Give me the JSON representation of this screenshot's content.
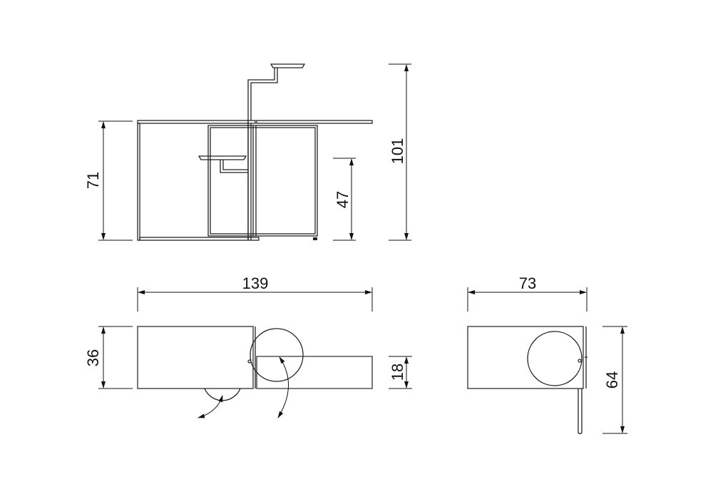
{
  "dimensions": {
    "front_height": "71",
    "front_tray_height": "47",
    "front_total_height": "101",
    "total_width": "139",
    "side_width": "73",
    "plan_depth": "36",
    "plan_shelf_depth": "18",
    "side_depth": "64"
  },
  "colors": {
    "line": "#222222",
    "background": "#ffffff"
  }
}
